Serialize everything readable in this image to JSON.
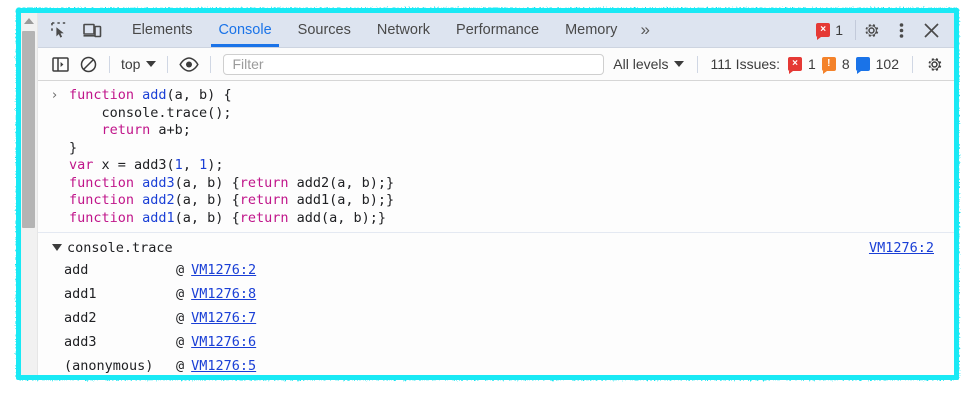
{
  "window": {
    "annotation_color": "#16e7f2"
  },
  "tabbar": {
    "inspect_icon": "inspect-element-icon",
    "device_icon": "device-toolbar-icon",
    "tabs": [
      {
        "label": "Elements",
        "active": false
      },
      {
        "label": "Console",
        "active": true
      },
      {
        "label": "Sources",
        "active": false
      },
      {
        "label": "Network",
        "active": false
      },
      {
        "label": "Performance",
        "active": false
      },
      {
        "label": "Memory",
        "active": false
      }
    ],
    "more_tabs": "»",
    "error_badge": {
      "glyph": "×",
      "count": "1",
      "color": "#e53935"
    },
    "settings_icon": "gear-icon",
    "more_options_icon": "kebab-menu-icon",
    "close_icon": "close-icon"
  },
  "console_toolbar": {
    "sidebar_toggle_icon": "show-console-sidebar-icon",
    "clear_icon": "clear-console-icon",
    "context": {
      "value": "top",
      "caret": "▾"
    },
    "eye_icon": "live-expression-eye-icon",
    "filter": {
      "value": "",
      "placeholder": "Filter"
    },
    "levels": {
      "label": "All levels",
      "caret": "▾"
    },
    "issues": {
      "label": "111 Issues:",
      "errors": {
        "glyph": "×",
        "count": "1",
        "color": "#e53935"
      },
      "warnings": {
        "glyph": "!",
        "count": "8",
        "color": "#f4822a"
      },
      "infos": {
        "glyph": "▬",
        "count": "102",
        "color": "#1a73e8"
      }
    },
    "settings_icon": "console-settings-gear-icon"
  },
  "console": {
    "prompt_chevron": "›",
    "input_lines": [
      [
        {
          "t": "function ",
          "c": "kw"
        },
        {
          "t": "add",
          "c": "fn"
        },
        {
          "t": "(a, b) {",
          "c": "plain"
        }
      ],
      [
        {
          "t": "    console.trace();",
          "c": "plain"
        }
      ],
      [
        {
          "t": "    ",
          "c": "plain"
        },
        {
          "t": "return",
          "c": "kw"
        },
        {
          "t": " a+b;",
          "c": "plain"
        }
      ],
      [
        {
          "t": "}",
          "c": "plain"
        }
      ],
      [
        {
          "t": "var",
          "c": "kw"
        },
        {
          "t": " x = add3(",
          "c": "plain"
        },
        {
          "t": "1",
          "c": "num"
        },
        {
          "t": ", ",
          "c": "plain"
        },
        {
          "t": "1",
          "c": "num"
        },
        {
          "t": ");",
          "c": "plain"
        }
      ],
      [
        {
          "t": "function ",
          "c": "kw"
        },
        {
          "t": "add3",
          "c": "fn"
        },
        {
          "t": "(a, b) {",
          "c": "plain"
        },
        {
          "t": "return",
          "c": "kw"
        },
        {
          "t": " add2(a, b);}",
          "c": "plain"
        }
      ],
      [
        {
          "t": "function ",
          "c": "kw"
        },
        {
          "t": "add2",
          "c": "fn"
        },
        {
          "t": "(a, b) {",
          "c": "plain"
        },
        {
          "t": "return",
          "c": "kw"
        },
        {
          "t": " add1(a, b);}",
          "c": "plain"
        }
      ],
      [
        {
          "t": "function ",
          "c": "kw"
        },
        {
          "t": "add1",
          "c": "fn"
        },
        {
          "t": "(a, b) {",
          "c": "plain"
        },
        {
          "t": "return",
          "c": "kw"
        },
        {
          "t": " add(a, b);}",
          "c": "plain"
        }
      ]
    ],
    "trace": {
      "expander": "▾",
      "title": "console.trace",
      "source_link": "VM1276:2",
      "frames": [
        {
          "fn": "add",
          "at": "@",
          "link": "VM1276:2"
        },
        {
          "fn": "add1",
          "at": "@",
          "link": "VM1276:8"
        },
        {
          "fn": "add2",
          "at": "@",
          "link": "VM1276:7"
        },
        {
          "fn": "add3",
          "at": "@",
          "link": "VM1276:6"
        },
        {
          "fn": "(anonymous)",
          "at": "@",
          "link": "VM1276:5"
        }
      ]
    }
  }
}
